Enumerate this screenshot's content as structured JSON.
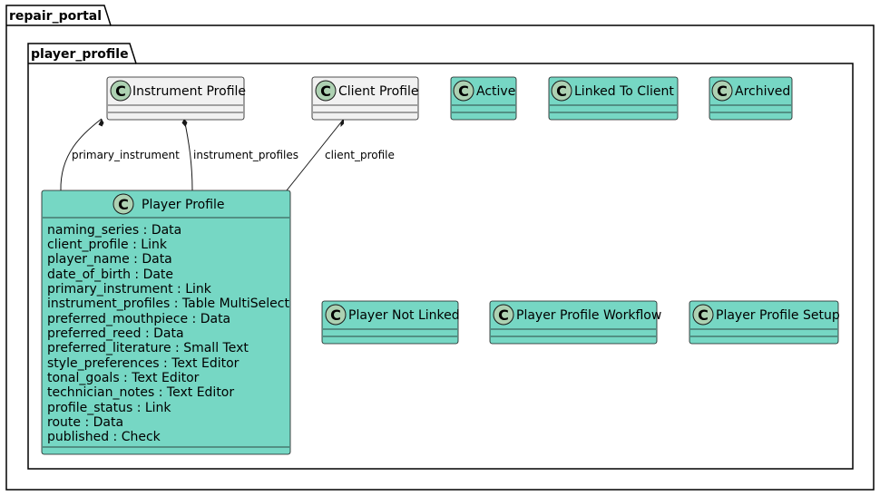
{
  "colors": {
    "class_fill_teal": "#76D7C4",
    "class_fill_plain": "#F1F1F1",
    "stereotype_circle": "#ADD1B2",
    "line": "#181818"
  },
  "packages": {
    "outer": {
      "name": "repair_portal"
    },
    "inner": {
      "name": "player_profile"
    }
  },
  "stereotype_letter": "C",
  "classes": {
    "instrument_profile": {
      "name": "Instrument Profile"
    },
    "client_profile": {
      "name": "Client Profile"
    },
    "active": {
      "name": "Active"
    },
    "linked_to_client": {
      "name": "Linked To Client"
    },
    "archived": {
      "name": "Archived"
    },
    "player_not_linked": {
      "name": "Player Not Linked"
    },
    "player_profile_workflow": {
      "name": "Player Profile Workflow"
    },
    "player_profile_setup": {
      "name": "Player Profile Setup"
    },
    "player_profile": {
      "name": "Player Profile",
      "attributes": [
        "naming_series : Data",
        "client_profile : Link",
        "player_name : Data",
        "date_of_birth : Date",
        "primary_instrument : Link",
        "instrument_profiles : Table MultiSelect",
        "preferred_mouthpiece : Data",
        "preferred_reed : Data",
        "preferred_literature : Small Text",
        "style_preferences : Text Editor",
        "tonal_goals : Text Editor",
        "technician_notes : Text Editor",
        "profile_status : Link",
        "route : Data",
        "published : Check"
      ]
    }
  },
  "relations": {
    "primary_instrument": {
      "label": "primary_instrument"
    },
    "instrument_profiles": {
      "label": "instrument_profiles"
    },
    "client_profile": {
      "label": "client_profile"
    }
  }
}
